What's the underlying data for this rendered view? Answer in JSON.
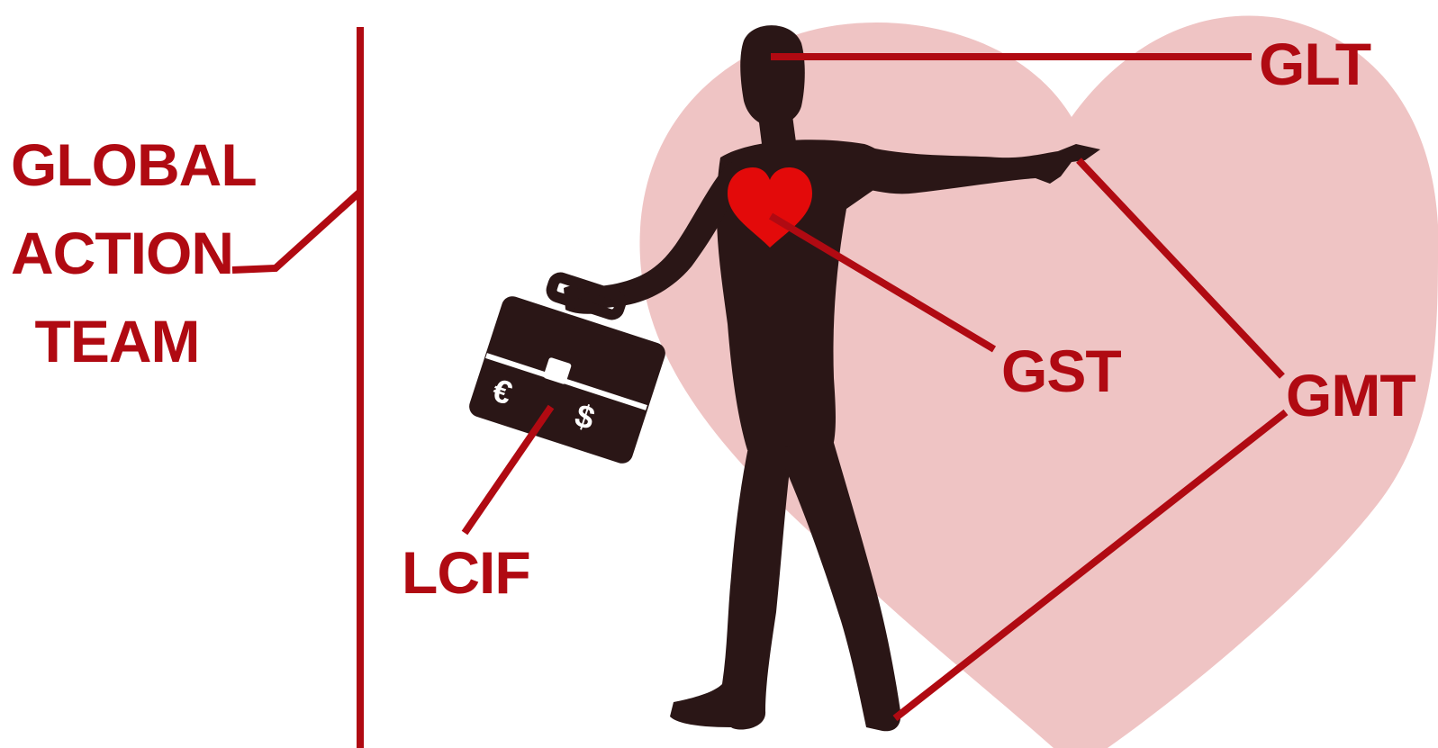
{
  "colors": {
    "accent": "#b00a12",
    "heart_background": "#efc4c4",
    "silhouette": "#2a1616",
    "heart_icon": "#e30a0a"
  },
  "team_label": {
    "lines": [
      "GLOBAL",
      "ACTION",
      "TEAM"
    ]
  },
  "labels": {
    "glt": "GLT",
    "gst": "GST",
    "gmt": "GMT",
    "lcif": "LCIF"
  },
  "briefcase": {
    "symbols": [
      "€",
      "$"
    ]
  },
  "icons": [
    "heart-icon",
    "briefcase-icon",
    "person-silhouette"
  ]
}
